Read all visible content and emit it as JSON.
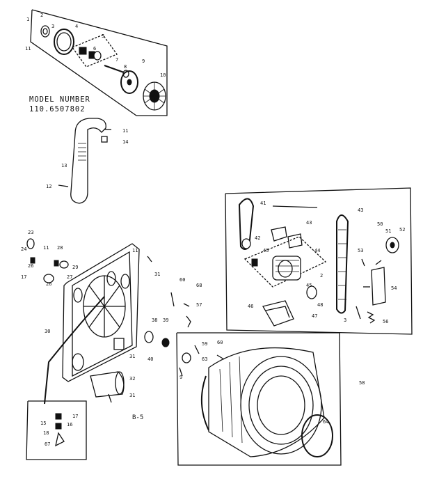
{
  "model": {
    "heading": "MODEL NUMBER",
    "number": "110.6507802"
  },
  "page_code": "B-5",
  "callouts": {
    "c1": "1",
    "c2": "2",
    "c3": "3",
    "c4": "4",
    "c5": "5",
    "c6": "6",
    "c7": "7",
    "c8": "8",
    "c9": "9",
    "c10": "10",
    "c11a": "11",
    "c11b": "11",
    "c14": "14",
    "c13": "13",
    "c12": "12",
    "c23": "23",
    "c24": "24",
    "c11c": "11",
    "c26a": "26",
    "c17a": "17",
    "c28": "28",
    "c29": "29",
    "c27": "27",
    "c26b": "26",
    "c11d": "11",
    "c31a": "31",
    "c30": "30",
    "c60a": "60",
    "c68": "68",
    "c57": "57",
    "c38": "38",
    "c39": "39",
    "c40": "40",
    "c31b": "31",
    "c32": "32",
    "c31c": "31",
    "c15": "15",
    "c17b": "17",
    "c16": "16",
    "c18": "18",
    "c67": "67",
    "c41": "41",
    "c42": "42",
    "c45a": "45",
    "c43a": "43",
    "c44": "44",
    "c2b": "2",
    "c43b": "43",
    "c50": "50",
    "c51": "51",
    "c52": "52",
    "c53": "53",
    "c54": "54",
    "c45b": "45",
    "c46": "46",
    "c47": "47",
    "c48": "48",
    "c3b": "3",
    "c56": "56",
    "c59": "59",
    "c60b": "60",
    "c63": "63",
    "c58": "58",
    "c64": "64",
    "c9b": "9"
  }
}
